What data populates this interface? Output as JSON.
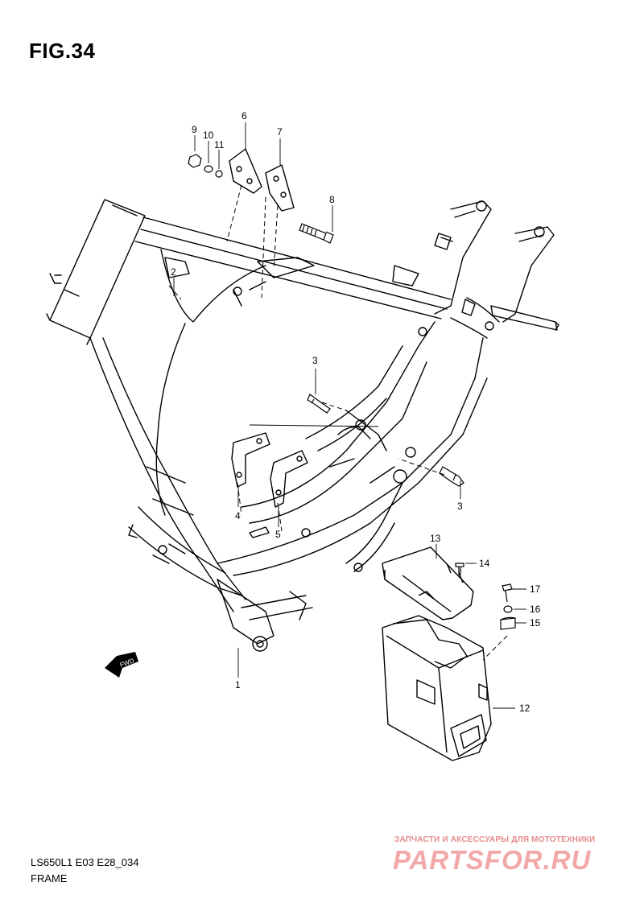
{
  "figure": {
    "title": "FIG.34",
    "code": "LS650L1 E03 E28_034",
    "name": "FRAME"
  },
  "callouts": [
    "1",
    "2",
    "3",
    "3",
    "4",
    "5",
    "6",
    "7",
    "8",
    "9",
    "10",
    "11",
    "12",
    "13",
    "14",
    "15",
    "16",
    "17"
  ],
  "watermark": {
    "text": "ЗАПЧАСТИ И АКСЕССУАРЫ ДЛЯ МОТОТЕХНИКИ",
    "logo": "PARTSFOR.RU"
  },
  "fwd_label": "FWD"
}
